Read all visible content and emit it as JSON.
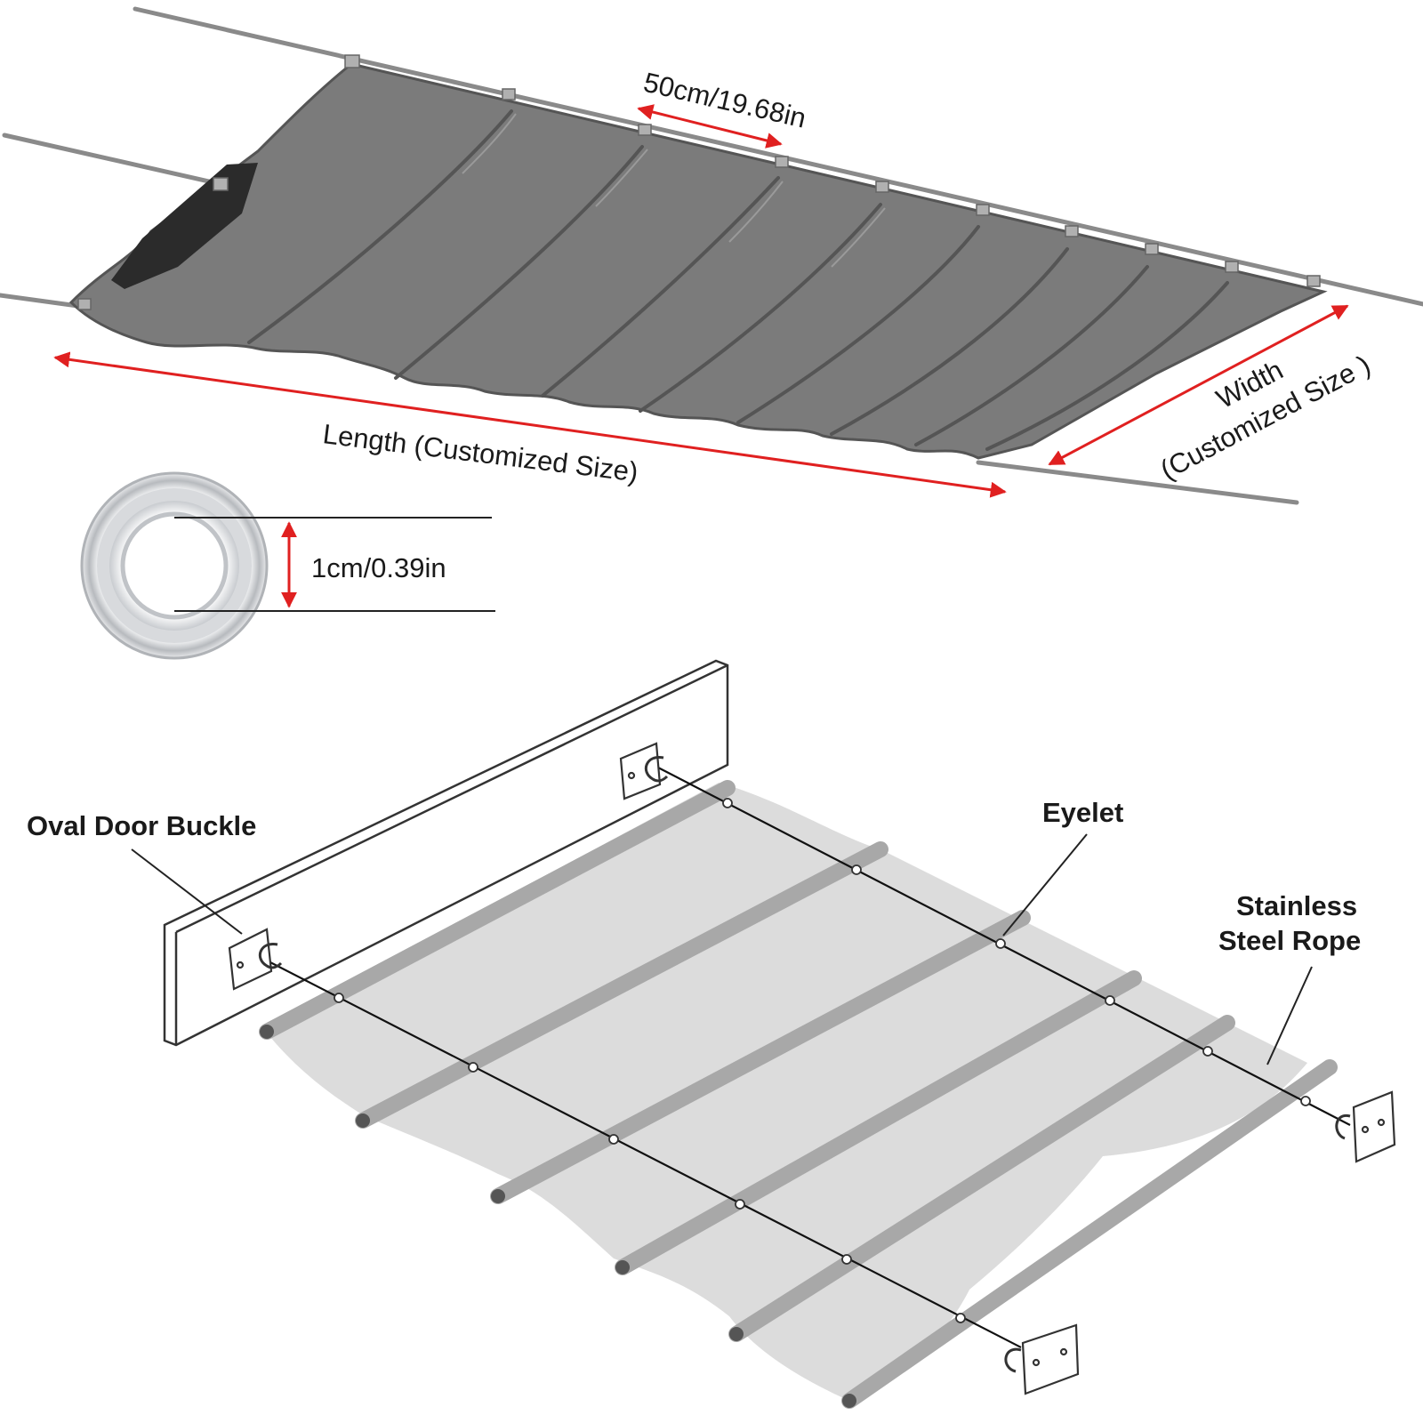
{
  "dimensions": {
    "panel_spacing": "50cm/19.68in",
    "length": "Length (Customized Size)",
    "width_line1": "Width",
    "width_line2": "(Customized Size )",
    "eyelet_diameter": "1cm/0.39in"
  },
  "callouts": {
    "buckle": "Oval Door Buckle",
    "eyelet": "Eyelet",
    "rope_line1": "Stainless",
    "rope_line2": "Steel Rope"
  },
  "colors": {
    "canopy_fabric": "#7b7b7b",
    "canopy_fold": "#5e5e5e",
    "arrow": "#e02020",
    "shade_fill": "#dcdcdc",
    "rod": "#a8a8a8",
    "rope": "#111111"
  },
  "icons": [
    "arrow-icon",
    "eyelet-ring-icon",
    "buckle-bracket-icon"
  ]
}
